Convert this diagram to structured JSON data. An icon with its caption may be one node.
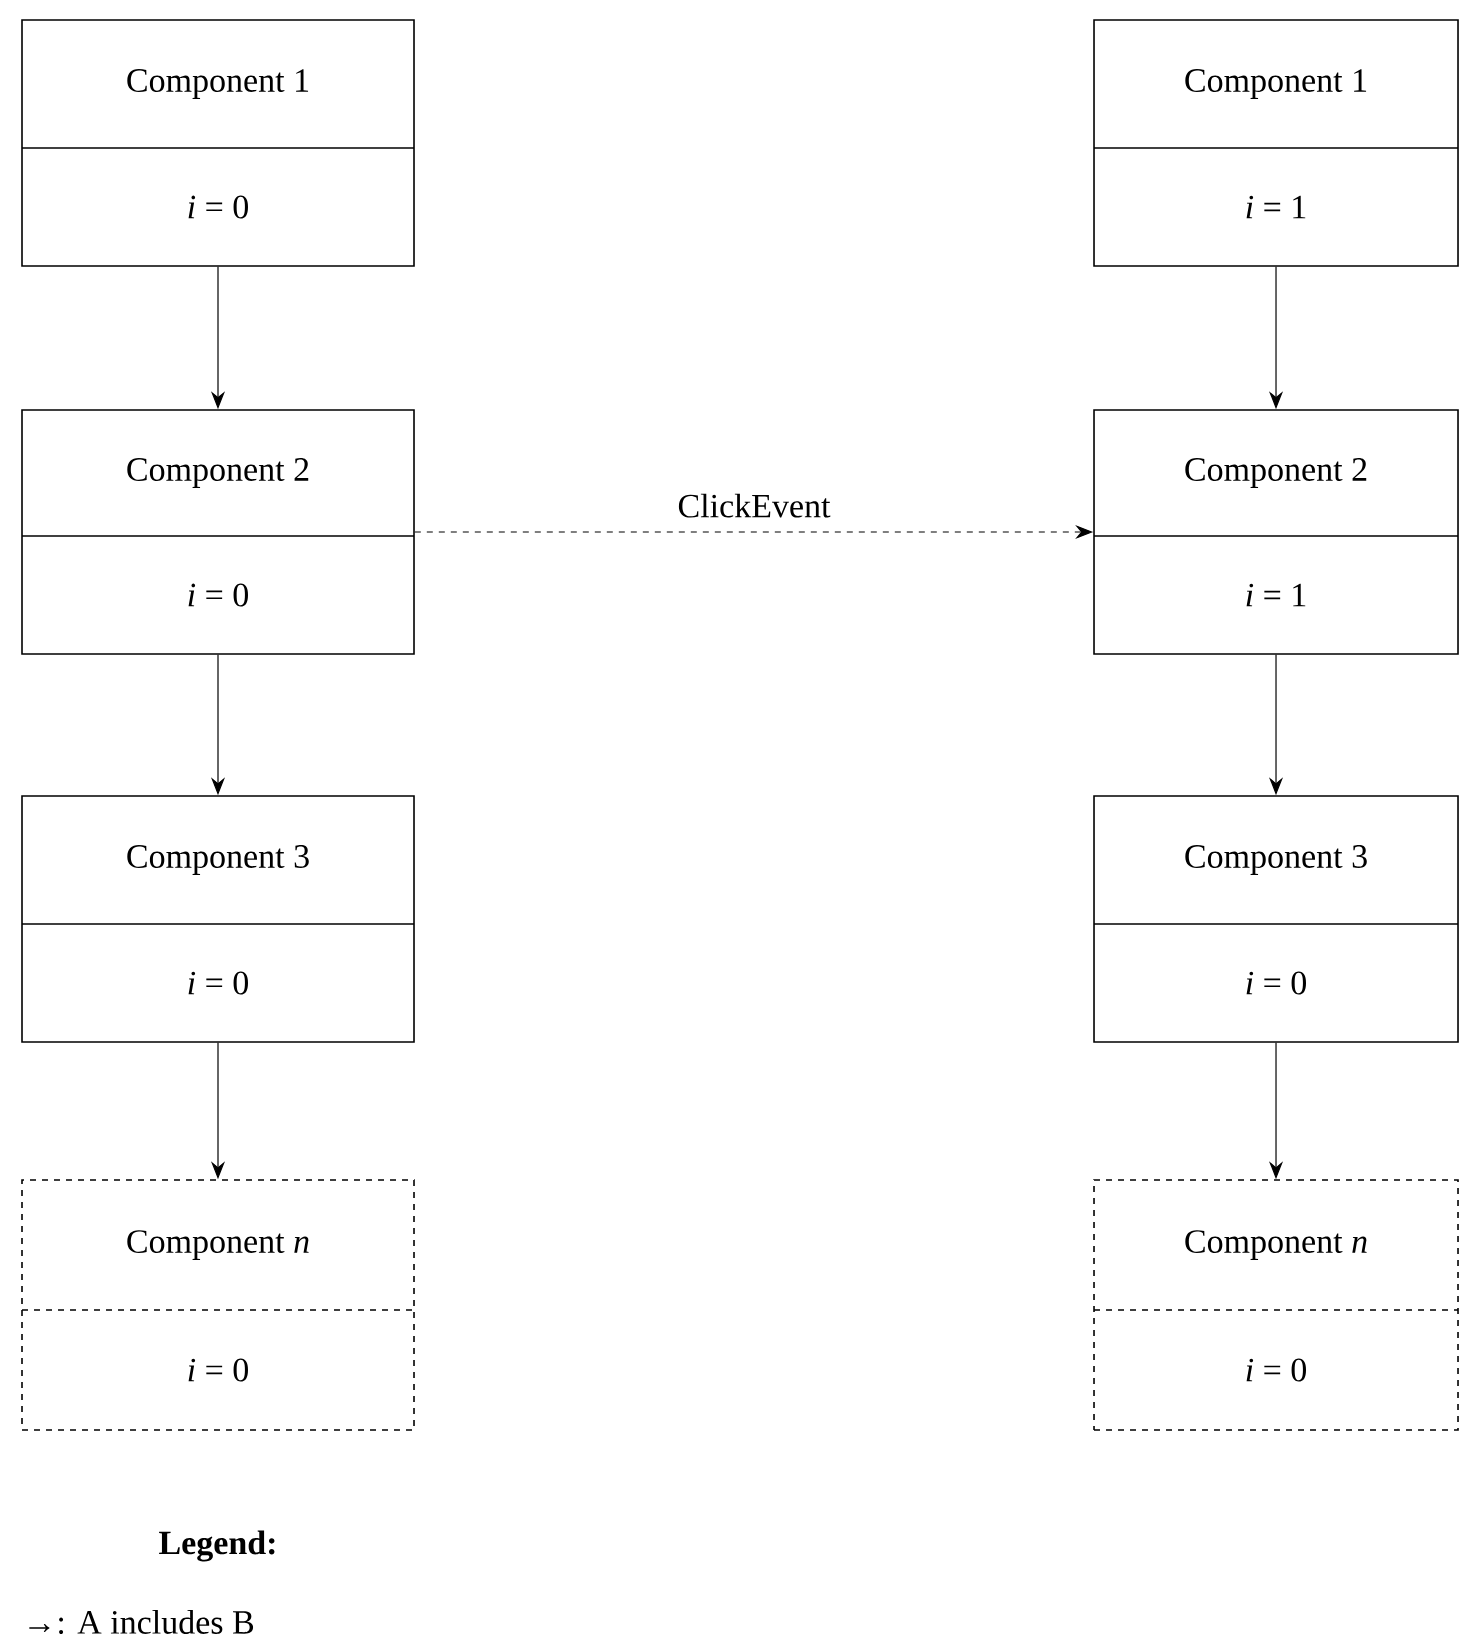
{
  "diagram": {
    "nodes": [
      {
        "text": [
          "Component 1",
          "*i* = 0"
        ]
      },
      {
        "text": [
          "Component 2",
          "*i* = 0"
        ]
      },
      {
        "text": [
          "Component 3",
          "*i* = 0"
        ]
      },
      {
        "text": [
          "Component *n*",
          "*i* = 0"
        ]
      },
      {
        "text": [
          "Component 1",
          "*i* = 1"
        ]
      },
      {
        "text": [
          "Component 2",
          "*i* = 1"
        ]
      },
      {
        "text": [
          "Component 3",
          "*i* = 0"
        ]
      },
      {
        "text": [
          "Component *n*",
          "*i* = 0"
        ]
      }
    ],
    "edges": [
      {
        "from": 0,
        "to": 1,
        "arrow": "to"
      },
      {
        "from": 1,
        "to": 2,
        "arrow": "to"
      },
      {
        "from": 2,
        "to": 3,
        "arrow": "to"
      },
      {
        "from": 4,
        "to": 5,
        "arrow": "to"
      },
      {
        "from": 5,
        "to": 6,
        "arrow": "to"
      },
      {
        "from": 6,
        "to": 7,
        "arrow": "to"
      },
      {
        "from": 1,
        "to": 5,
        "arrow": "to",
        "style": "dashed",
        "label": "ClickEvent"
      }
    ],
    "labels": [
      "Legend:"
    ],
    "legend": [
      {
        "text": "→: A includes B"
      }
    ]
  }
}
